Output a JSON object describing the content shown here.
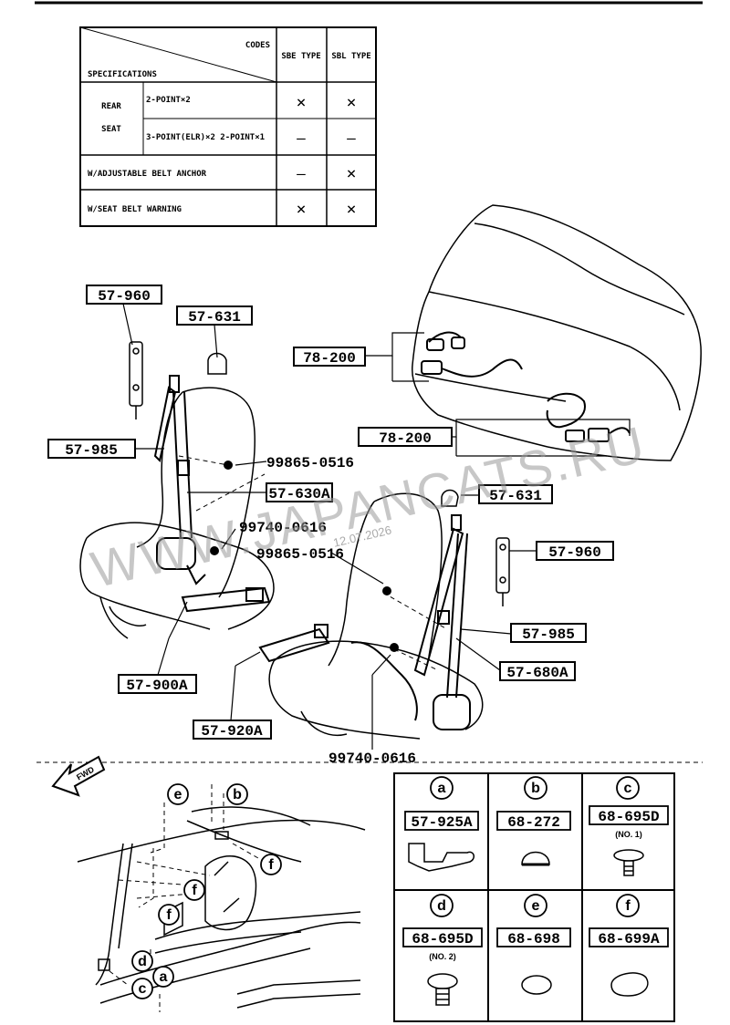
{
  "spec_table": {
    "codes_label": "CODES",
    "specifications_label": "SPECIFICATIONS",
    "col1": "SBE TYPE",
    "col2": "SBL TYPE",
    "rear_label": "REAR",
    "seat_label": "SEAT",
    "row1_label": "2-POINT×2",
    "row1_c1": "×",
    "row1_c2": "×",
    "row2_label": "3-POINT(ELR)×2 2-POINT×1",
    "row2_c1": "—",
    "row2_c2": "—",
    "row3_label": "W/ADJUSTABLE BELT ANCHOR",
    "row3_c1": "—",
    "row3_c2": "×",
    "row4_label": "W/SEAT BELT WARNING",
    "row4_c1": "×",
    "row4_c2": "×"
  },
  "callouts": {
    "l_57960_left": "57-960",
    "l_57631_left": "57-631",
    "l_78200_top": "78-200",
    "l_57985_left": "57-985",
    "l_99865_top": "99865-0516",
    "l_78200_mid": "78-200",
    "l_57630a": "57-630A",
    "l_57631_right": "57-631",
    "l_99740_top": "99740-0616",
    "l_99865_mid": "99865-0516",
    "l_57960_right": "57-960",
    "l_57985_right": "57-985",
    "l_57680a": "57-680A",
    "l_57900a": "57-900A",
    "l_57920a": "57-920A",
    "l_99740_bottom": "99740-0616"
  },
  "watermark": {
    "text": "WWW.JAPANCATS.RU",
    "date": "12.07.2026"
  },
  "fwd_label": "FWD",
  "detail_letters": {
    "e": "e",
    "b": "b",
    "f1": "f",
    "f2": "f",
    "f3": "f",
    "d": "d",
    "c": "c",
    "a": "a"
  },
  "parts_grid": {
    "a": {
      "letter": "a",
      "code": "57-925A",
      "note": ""
    },
    "b": {
      "letter": "b",
      "code": "68-272",
      "note": ""
    },
    "c": {
      "letter": "c",
      "code": "68-695D",
      "note": "(NO. 1)"
    },
    "d": {
      "letter": "d",
      "code": "68-695D",
      "note": "(NO. 2)"
    },
    "e": {
      "letter": "e",
      "code": "68-698",
      "note": ""
    },
    "f": {
      "letter": "f",
      "code": "68-699A",
      "note": ""
    }
  }
}
